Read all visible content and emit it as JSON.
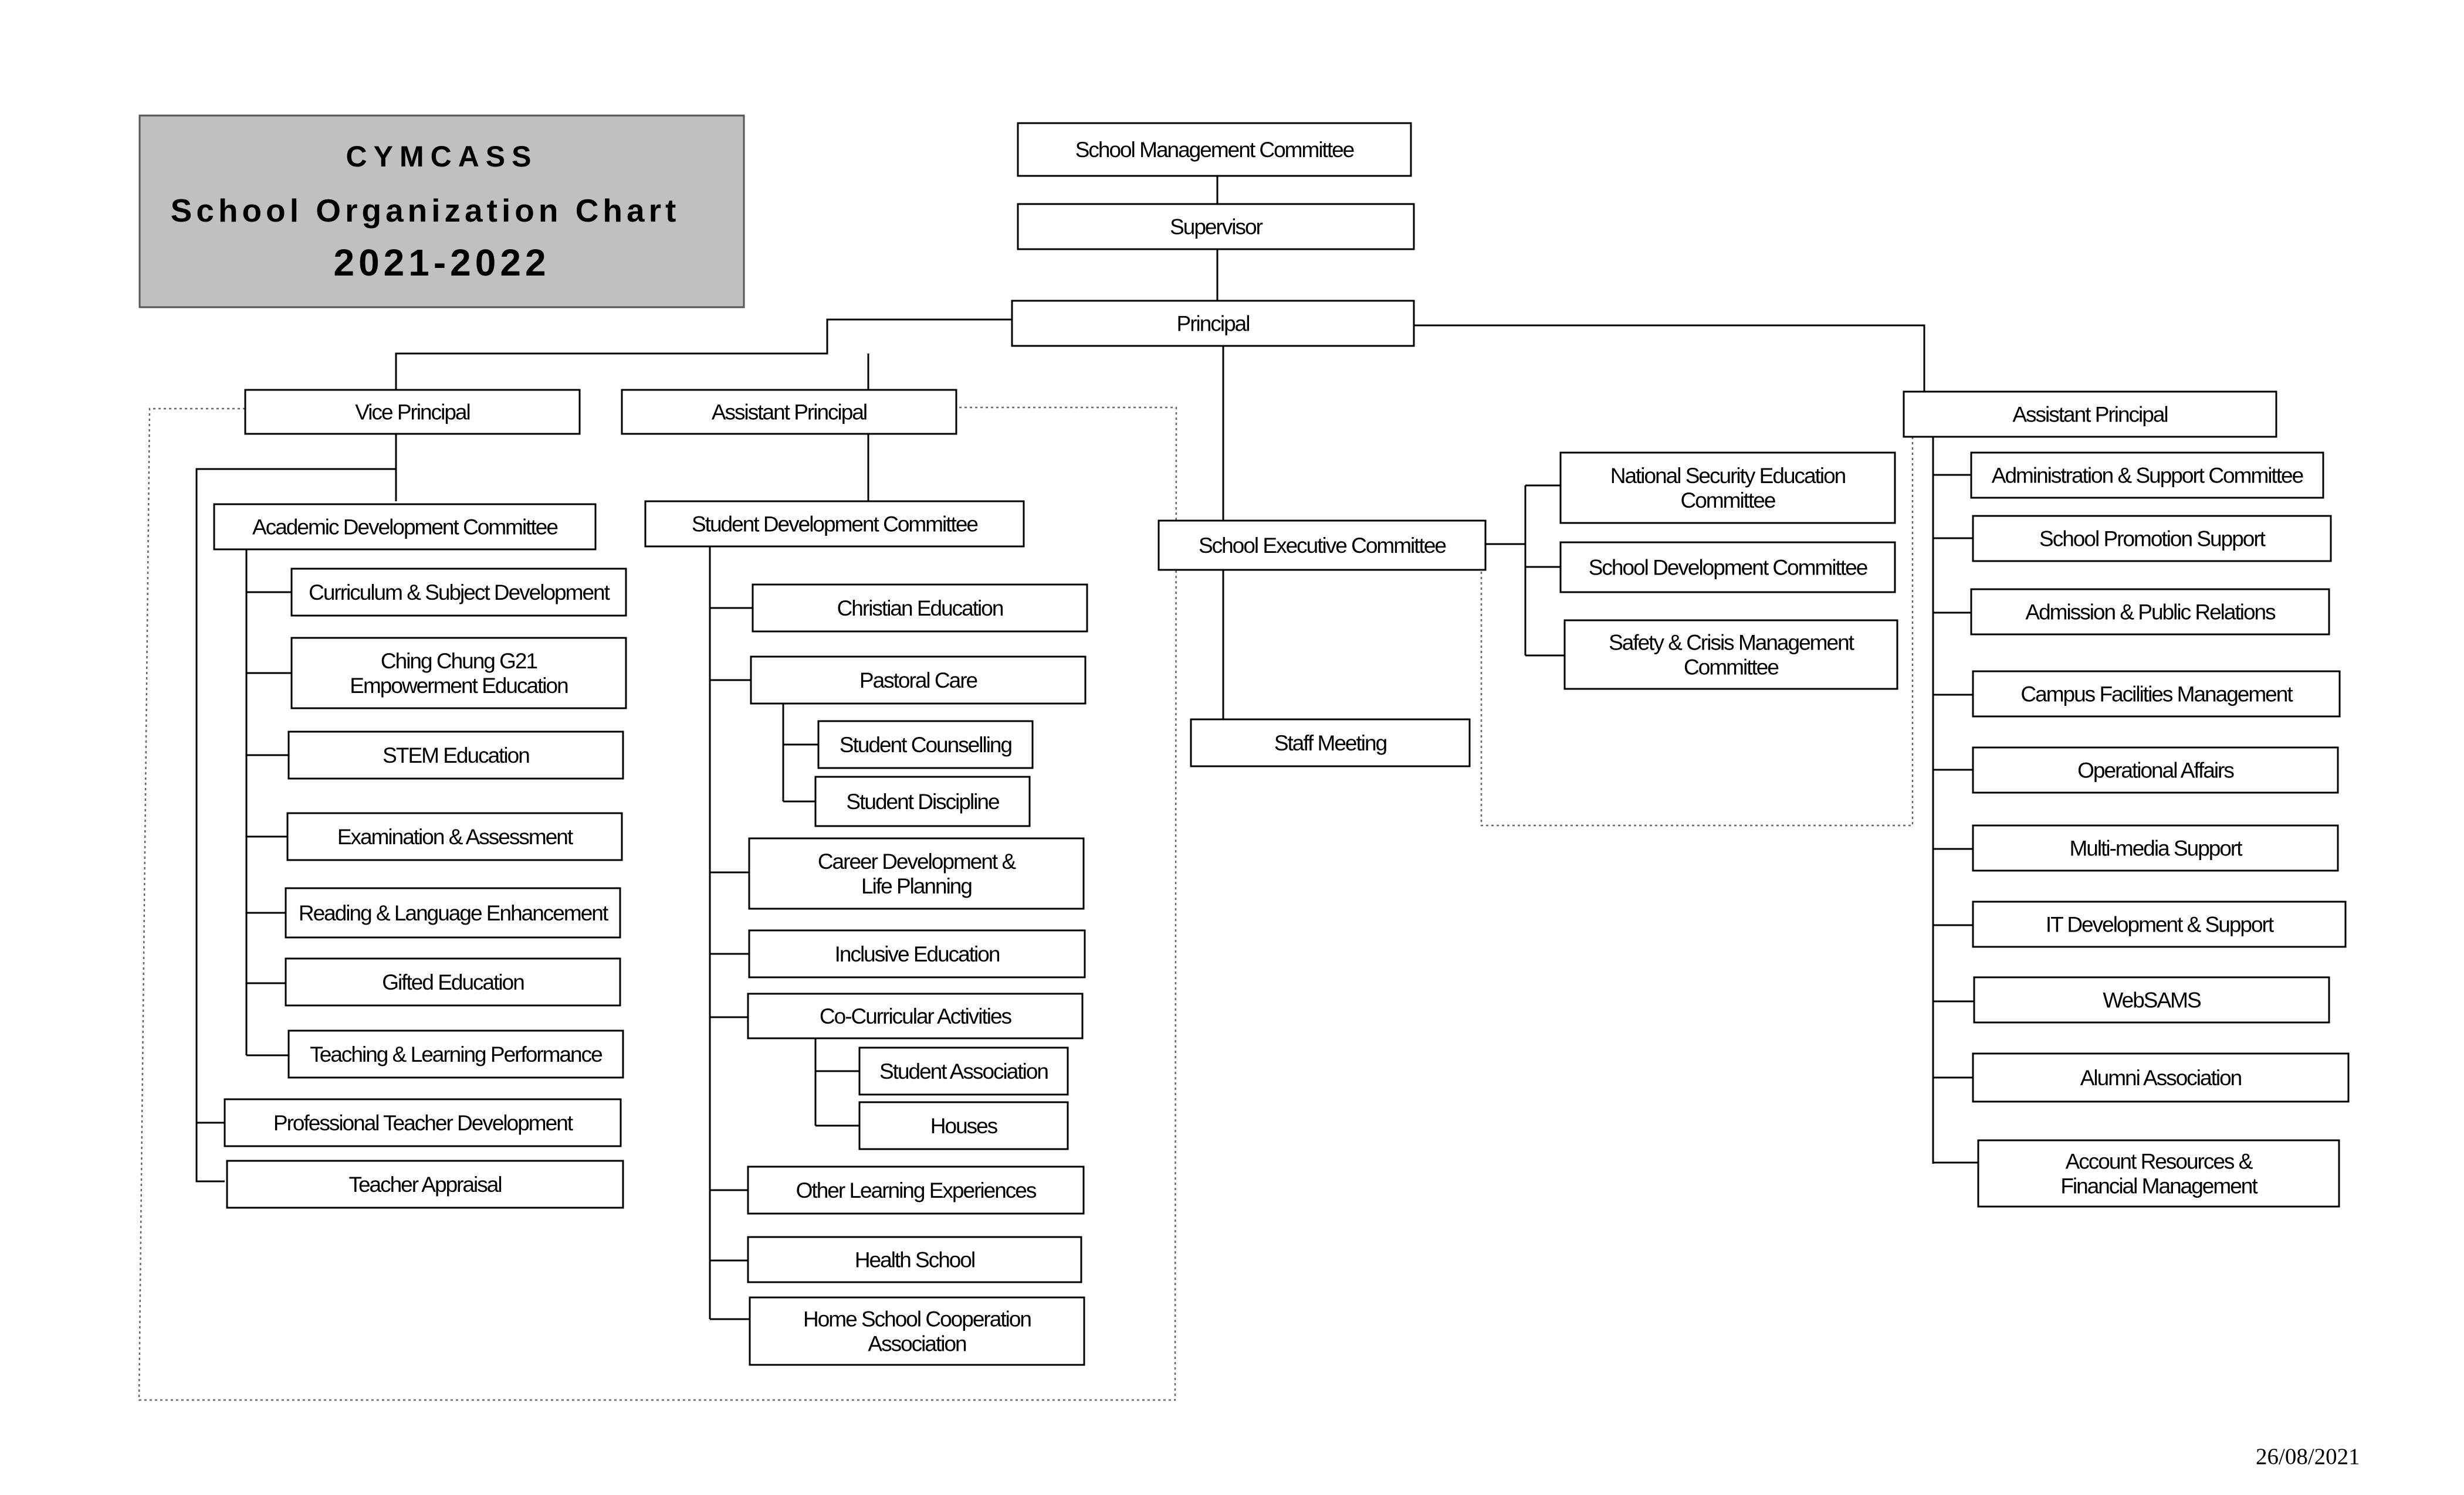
{
  "title_box": {
    "line1": "CYMCASS",
    "line2": "School Organization Chart",
    "line3": "2021-2022"
  },
  "date": "26/08/2021",
  "nodes": {
    "smc": [
      "School Management Committee"
    ],
    "supervisor": [
      "Supervisor"
    ],
    "principal": [
      "Principal"
    ],
    "vp": [
      "Vice Principal"
    ],
    "ap_left": [
      "Assistant Principal"
    ],
    "ap_right": [
      "Assistant Principal"
    ],
    "sec": [
      "School Executive Committee"
    ],
    "staff": [
      "Staff Meeting"
    ],
    "nse": [
      "National Security Education",
      "Committee"
    ],
    "sdc": [
      "School Development Committee"
    ],
    "scm": [
      "Safety & Crisis Management",
      "Committee"
    ],
    "adc": [
      "Academic Development Committee"
    ],
    "csd": [
      "Curriculum & Subject Development"
    ],
    "ccg": [
      "Ching Chung G21",
      "Empowerment Education"
    ],
    "stem": [
      "STEM Education"
    ],
    "exam": [
      "Examination & Assessment"
    ],
    "rle": [
      "Reading & Language Enhancement"
    ],
    "gifted": [
      "Gifted Education"
    ],
    "tlp": [
      "Teaching & Learning Performance"
    ],
    "ptd": [
      "Professional Teacher Development"
    ],
    "ta": [
      "Teacher Appraisal"
    ],
    "studev": [
      "Student Development Committee"
    ],
    "ce": [
      "Christian Education"
    ],
    "pc": [
      "Pastoral Care"
    ],
    "sc": [
      "Student Counselling"
    ],
    "sd": [
      "Student Discipline"
    ],
    "cdlp": [
      "Career Development &",
      "Life Planning"
    ],
    "ie": [
      "Inclusive Education"
    ],
    "cca": [
      "Co-Curricular Activities"
    ],
    "sa": [
      "Student Association"
    ],
    "houses": [
      "Houses"
    ],
    "ole": [
      "Other Learning Experiences"
    ],
    "hs": [
      "Health School"
    ],
    "hsca": [
      "Home School Cooperation",
      "Association"
    ],
    "asc": [
      "Administration & Support Committee"
    ],
    "sps": [
      "School Promotion Support"
    ],
    "apr": [
      "Admission & Public Relations"
    ],
    "cfm": [
      "Campus Facilities Management"
    ],
    "oa": [
      "Operational Affairs"
    ],
    "mms": [
      "Multi-media Support"
    ],
    "itds": [
      "IT Development & Support"
    ],
    "websams": [
      "WebSAMS"
    ],
    "aa": [
      "Alumni Association"
    ],
    "arfm": [
      "Account Resources &",
      "Financial Management"
    ]
  }
}
